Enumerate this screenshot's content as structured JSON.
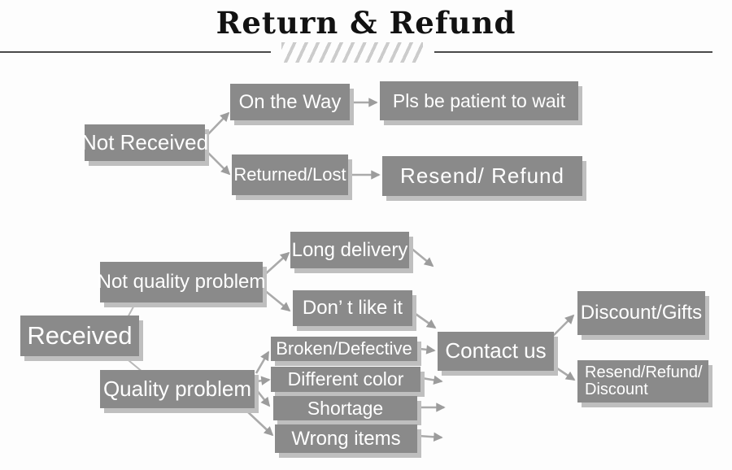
{
  "header": {
    "title": "Return & Refund"
  },
  "theme": {
    "box_bg": "#8a8a8a",
    "box_text": "#ffffff",
    "shadow": "#bfbfbf",
    "arrow": "#aaaaaa",
    "arrow_head": "#9c9c9c",
    "connector": "#b8b8b8",
    "rule": "#4a4a4a",
    "hatch": "#cccccc",
    "title_color": "#121212",
    "background": "#fdfdfd"
  },
  "nodes": {
    "not_received": "Not Received",
    "on_the_way": "On the Way",
    "pls_wait": "Pls be patient to wait",
    "returned_lost": "Returned/Lost",
    "resend_refund": "Resend/ Refund",
    "received": "Received",
    "not_quality_problem": "Not quality problem",
    "long_delivery": "Long delivery",
    "dont_like_it": "Don’ t like it",
    "quality_problem": "Quality problem",
    "broken_defective": "Broken/Defective",
    "different_color": "Different color",
    "shortage": "Shortage",
    "wrong_items": "Wrong items",
    "contact_us": "Contact us",
    "discount_gifts": "Discount/Gifts",
    "resend_refund_discount_line1": "Resend/Refund/",
    "resend_refund_discount_line2": "Discount"
  },
  "flow": {
    "not_received_branches": [
      {
        "condition": "On the Way",
        "outcome": "Pls be patient to wait"
      },
      {
        "condition": "Returned/Lost",
        "outcome": "Resend/ Refund"
      }
    ],
    "received_branches": [
      {
        "condition": "Not quality problem",
        "cases": [
          "Long delivery",
          "Don’ t like it"
        ]
      },
      {
        "condition": "Quality problem",
        "cases": [
          "Broken/Defective",
          "Different color",
          "Shortage",
          "Wrong items"
        ],
        "action": "Contact us",
        "outcomes": [
          "Discount/Gifts",
          "Resend/Refund/ Discount"
        ]
      }
    ]
  }
}
